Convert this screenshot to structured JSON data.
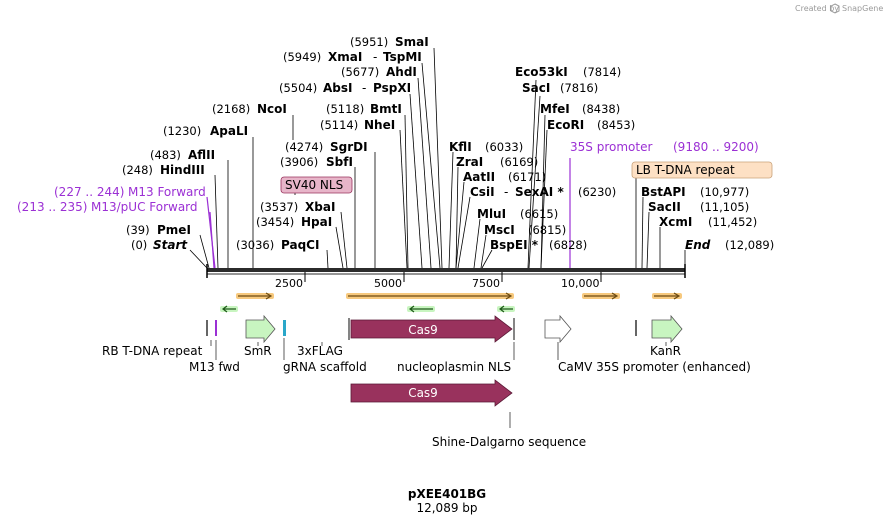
{
  "credit": {
    "text": "Created by",
    "brand": "SnapGene"
  },
  "plasmid": {
    "name": "pXEE401BG",
    "length_label": "12,089 bp"
  },
  "axis": {
    "ticks": [
      "2500",
      "5000",
      "7500",
      "10,000"
    ]
  },
  "sites": [
    {
      "pos": "(5951)",
      "name": "SmaI"
    },
    {
      "pos": "(5949)",
      "name": "XmaI",
      "sep": "-",
      "name2": "TspMI"
    },
    {
      "pos": "(5677)",
      "name": "AhdI"
    },
    {
      "pos": "(5504)",
      "name": "AbsI",
      "sep": "-",
      "name2": "PspXI"
    },
    {
      "pos": "(5118)",
      "name": "BmtI"
    },
    {
      "pos": "(5114)",
      "name": "NheI"
    },
    {
      "pos": "(2168)",
      "name": "NcoI"
    },
    {
      "pos": "(1230)",
      "name": "ApaLI"
    },
    {
      "pos": "(4274)",
      "name": "SgrDI"
    },
    {
      "pos": "(3906)",
      "name": "SbfI"
    },
    {
      "pos": "(483)",
      "name": "AflII"
    },
    {
      "pos": "(248)",
      "name": "HindIII"
    },
    {
      "pos": "(3537)",
      "name": "XbaI"
    },
    {
      "pos": "(3454)",
      "name": "HpaI"
    },
    {
      "pos": "(39)",
      "name": "PmeI"
    },
    {
      "pos": "(0)",
      "name": "Start"
    },
    {
      "pos": "(3036)",
      "name": "PaqCI"
    },
    {
      "name": "Eco53kI",
      "pos": "(7814)"
    },
    {
      "name": "SacI",
      "pos": "(7816)"
    },
    {
      "name": "MfeI",
      "pos": "(8438)"
    },
    {
      "name": "EcoRI",
      "pos": "(8453)"
    },
    {
      "name": "KflI",
      "pos": "(6033)"
    },
    {
      "name": "ZraI",
      "pos": "(6169)"
    },
    {
      "name": "AatII",
      "pos": "(6171)"
    },
    {
      "name": "CsiI",
      "sep": "-",
      "name2": "SexAI *",
      "pos": "(6230)"
    },
    {
      "name": "MluI",
      "pos": "(6615)"
    },
    {
      "name": "MscI",
      "pos": "(6815)"
    },
    {
      "name": "BspEI *",
      "pos": "(6828)"
    },
    {
      "name": "BstAPI",
      "pos": "(10,977)"
    },
    {
      "name": "SacII",
      "pos": "(11,105)"
    },
    {
      "name": "XcmI",
      "pos": "(11,452)"
    },
    {
      "name": "End",
      "pos": "(12,089)"
    }
  ],
  "primers": [
    {
      "range": "(227 .. 244)",
      "name": "M13 Forward"
    },
    {
      "range": "(213 .. 235)",
      "name": "M13/pUC Forward"
    },
    {
      "name": "35S promoter",
      "range": "(9180 .. 9200)"
    }
  ],
  "features": {
    "sv40_nls": "SV40 NLS",
    "lb_tdna": "LB T-DNA repeat",
    "cas9": "Cas9",
    "cas9_second": "Cas9",
    "rb_tdna": "RB T-DNA repeat",
    "smr": "SmR",
    "flag": "3xFLAG",
    "m13fwd": "M13 fwd",
    "grna": "gRNA scaffold",
    "nucleoplasmin": "nucleoplasmin NLS",
    "camv": "CaMV 35S promoter (enhanced)",
    "kanr": "KanR",
    "shine": "Shine-Dalgarno sequence"
  },
  "colors": {
    "cas9": "#99325d",
    "green_arrow": "#c8f5c0",
    "orange_feature": "#f7c97e",
    "purple_text": "#9b30d4",
    "pink_box": "#e7b5c9",
    "peach_box": "#fde0c4",
    "cyan_marker": "#2aa7c9"
  }
}
